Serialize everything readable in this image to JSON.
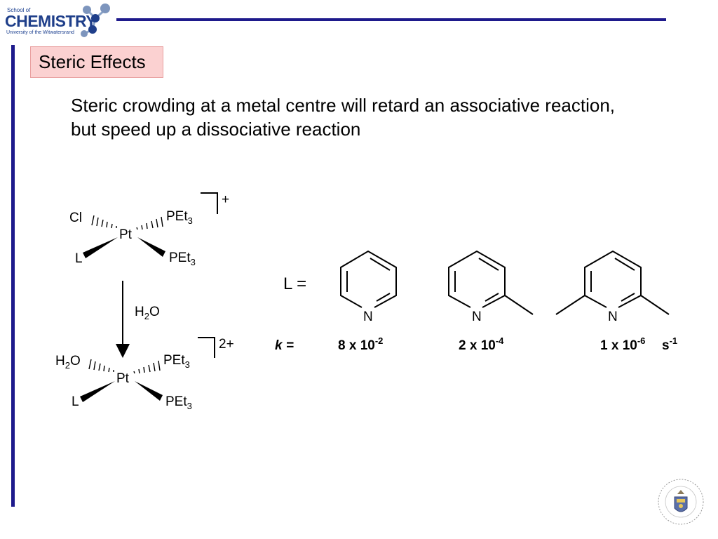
{
  "logo": {
    "school_of": "School of",
    "chemistry": "CHEMISTRY",
    "university": "University of the Witwatersrand"
  },
  "title": "Steric Effects",
  "body": {
    "line1": "Steric crowding at a metal centre will retard an associative reaction,",
    "line2": "but speed up a dissociative reaction"
  },
  "scheme": {
    "top_complex": {
      "metal": "Pt",
      "ligand_upper_left": "Cl",
      "ligand_upper_right": "PEt",
      "ligand_lower_left": "L",
      "ligand_lower_right": "PEt",
      "sub": "3",
      "charge": "+"
    },
    "arrow_reagent": {
      "text": "H",
      "sub": "2",
      "text2": "O"
    },
    "bottom_complex": {
      "metal": "Pt",
      "ligand_upper_left_a": "H",
      "ligand_upper_left_sub": "2",
      "ligand_upper_left_b": "O",
      "ligand_upper_right": "PEt",
      "ligand_lower_left": "L",
      "ligand_lower_right": "PEt",
      "sub": "3",
      "charge": "2+"
    },
    "L_equals": "L =",
    "nitrogen": "N",
    "k_label": "k =",
    "rates": [
      {
        "mantissa": "8 x 10",
        "exponent": "-2"
      },
      {
        "mantissa": "2 x 10",
        "exponent": "-4"
      },
      {
        "mantissa": "1 x 10",
        "exponent": "-6"
      }
    ],
    "unit": {
      "base": "s",
      "exponent": "-1"
    }
  },
  "colors": {
    "rule": "#1e1a8c",
    "title_bg": "#fbd1d1",
    "logo_blue": "#1f3f8a"
  }
}
